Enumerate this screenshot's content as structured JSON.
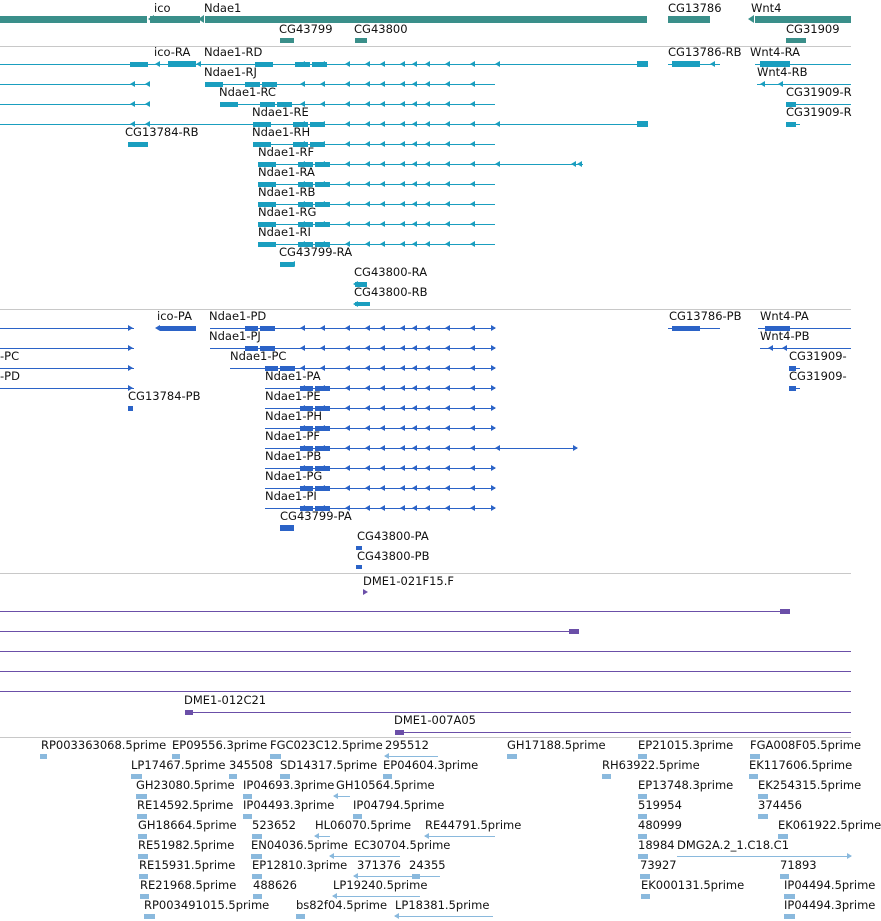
{
  "colors": {
    "gene": "#3a8f8a",
    "transcript": "#1a9ebf",
    "protein": "#2b63c7",
    "clone": "#6b4fa8",
    "est": "#8ab9dd",
    "divider": "#c8c8c8"
  },
  "genes": [
    "ico",
    "Ndae1",
    "CG43799",
    "CG43800",
    "CG13786",
    "Wnt4",
    "CG31909"
  ],
  "transcripts": [
    "ico-RA",
    "Ndae1-RD",
    "Ndae1-RJ",
    "Ndae1-RC",
    "Ndae1-RE",
    "CG13784-RB",
    "Ndae1-RH",
    "Ndae1-RF",
    "Ndae1-RA",
    "Ndae1-RB",
    "Ndae1-RG",
    "Ndae1-RI",
    "CG43799-RA",
    "CG43800-RA",
    "CG43800-RB",
    "CG13786-RB",
    "Wnt4-RA",
    "Wnt4-RB",
    "CG31909-R",
    "CG31909-R"
  ],
  "proteins": [
    "-PC",
    "-PD",
    "ico-PA",
    "Ndae1-PD",
    "Ndae1-PJ",
    "Ndae1-PC",
    "CG13784-PB",
    "Ndae1-PA",
    "Ndae1-PE",
    "Ndae1-PH",
    "Ndae1-PF",
    "Ndae1-PB",
    "Ndae1-PG",
    "Ndae1-PI",
    "CG43799-PA",
    "CG43800-PA",
    "CG43800-PB",
    "CG13786-PB",
    "Wnt4-PA",
    "Wnt4-PB",
    "CG31909-",
    "CG31909-"
  ],
  "clones": [
    "DME1-021F15.F",
    "DME1-012C21",
    "DME1-007A05"
  ],
  "ests": [
    "RP003363068.5prime",
    "EP09556.3prime",
    "FGC023C12.5prime",
    "295512",
    "GH17188.5prime",
    "EP21015.3prime",
    "FGA008F05.5prime",
    "LP17467.5prime",
    "345508",
    "SD14317.5prime",
    "EP04604.3prime",
    "RH63922.5prime",
    "EK117606.5prime",
    "GH23080.5prime",
    "IP04693.3prime",
    "GH10564.5prime",
    "EP13748.3prime",
    "EK254315.5prime",
    "RE14592.5prime",
    "IP04493.3prime",
    "IP04794.5prime",
    "519954",
    "374456",
    "GH18664.5prime",
    "523652",
    "HL06070.5prime",
    "RE44791.5prime",
    "480999",
    "EK061922.5prime",
    "RE51982.5prime",
    "EN04036.5prime",
    "EC30704.5prime",
    "18984",
    "DMG2A.2_1.C18.C1",
    "RE15931.5prime",
    "EP12810.3prime",
    "371376",
    "24355",
    "73927",
    "71893",
    "RE21968.5prime",
    "488626",
    "LP19240.5prime",
    "EK000131.5prime",
    "IP04494.5prime",
    "RP003491015.5prime",
    "bs82f04.5prime",
    "LP18381.5prime",
    "IP04494.3prime"
  ]
}
